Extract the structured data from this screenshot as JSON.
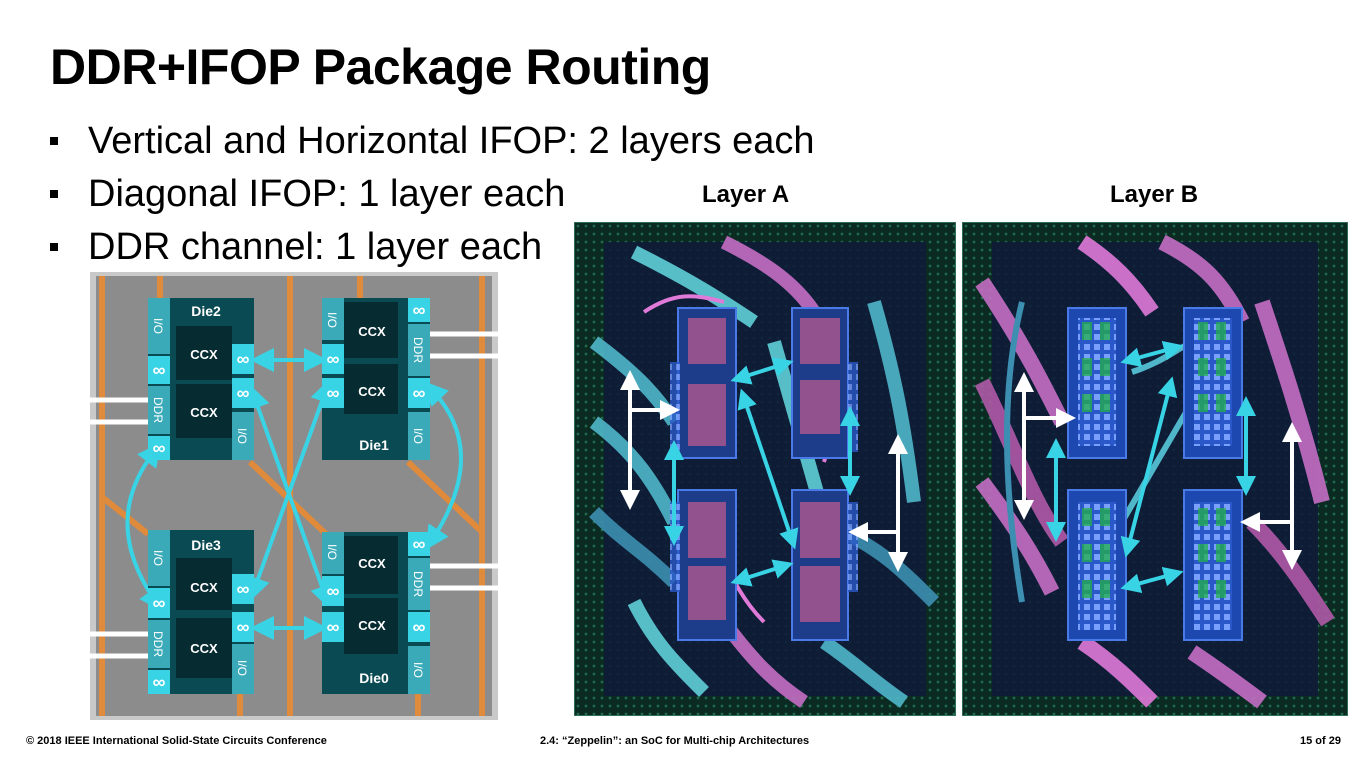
{
  "slide": {
    "title": "DDR+IFOP Package Routing",
    "bullets": [
      "Vertical and Horizontal IFOP: 2 layers each",
      "Diagonal IFOP: 1 layer each",
      "DDR channel: 1 layer each"
    ]
  },
  "package_diagram": {
    "dies": [
      {
        "name": "Die2",
        "io": "I/O",
        "ddr": "DDR",
        "ccx": [
          "CCX",
          "CCX"
        ]
      },
      {
        "name": "Die1",
        "io": "I/O",
        "ddr": "DDR",
        "ccx": [
          "CCX",
          "CCX"
        ]
      },
      {
        "name": "Die3",
        "io": "I/O",
        "ddr": "DDR",
        "ccx": [
          "CCX",
          "CCX"
        ]
      },
      {
        "name": "Die0",
        "io": "I/O",
        "ddr": "DDR",
        "ccx": [
          "CCX",
          "CCX"
        ]
      }
    ],
    "ifop_glyph": "∞"
  },
  "layers": {
    "a_label": "Layer A",
    "b_label": "Layer B"
  },
  "colors": {
    "die_dark": "#063c44",
    "die_teal": "#3aaab8",
    "ifop_cyan": "#39d3e6",
    "substrate": "#8c8c8c",
    "ddr_trace": "#e08a3c",
    "layout_bg": "#08231e"
  },
  "footer": {
    "left": "© 2018 IEEE International Solid-State Circuits Conference",
    "center": "2.4: “Zeppelin”: an SoC for Multi-chip Architectures",
    "right": "15 of 29"
  }
}
